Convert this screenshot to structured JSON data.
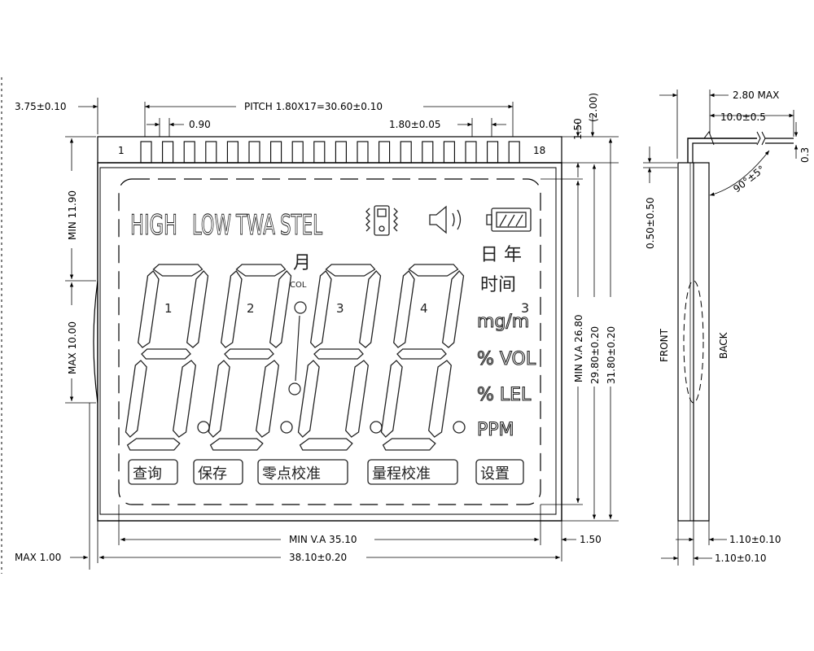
{
  "left_dims": {
    "offset_left": "3.75±0.10",
    "pitch": "PITCH  1.80X17=30.60±0.10",
    "pin_width": "0.90",
    "pin_gap": "1.80±0.05",
    "pin_first": "1",
    "pin_last": "18",
    "top_150": "1.50",
    "top_200": "(2.00)",
    "min_1190": "MIN 11.90",
    "max_1000": "MAX 10.00",
    "min_va_height": "MIN V.A 26.80",
    "height_2980": "29.80±0.20",
    "height_3180": "31.80±0.20",
    "min_va_width": "MIN V.A 35.10",
    "right_150": "1.50",
    "width_3810": "38.10±0.20",
    "max_100": "MAX 1.00"
  },
  "display": {
    "mode_high": "HIGH",
    "mode_low": "LOW",
    "mode_twa": "TWA",
    "mode_stel": "STEL",
    "month": "月",
    "col": "COL",
    "digit_numbers": [
      "1",
      "2",
      "3",
      "4"
    ],
    "units": [
      "日 年",
      "时间",
      "mg/m",
      "% VOL",
      "% LEL",
      "PPM"
    ],
    "unit_superscript": "3",
    "buttons": [
      "查询",
      "保存",
      "零点校准",
      "量程校准",
      "设置"
    ]
  },
  "side_dims": {
    "max_280": "2.80 MAX",
    "pin_len": "10.0±0.5",
    "pin_thick": "0.3",
    "angle": "90°±5°",
    "edge_050": "0.50±0.50",
    "front": "FRONT",
    "back": "BACK",
    "glass1": "1.10±0.10",
    "glass2": "1.10±0.10"
  }
}
